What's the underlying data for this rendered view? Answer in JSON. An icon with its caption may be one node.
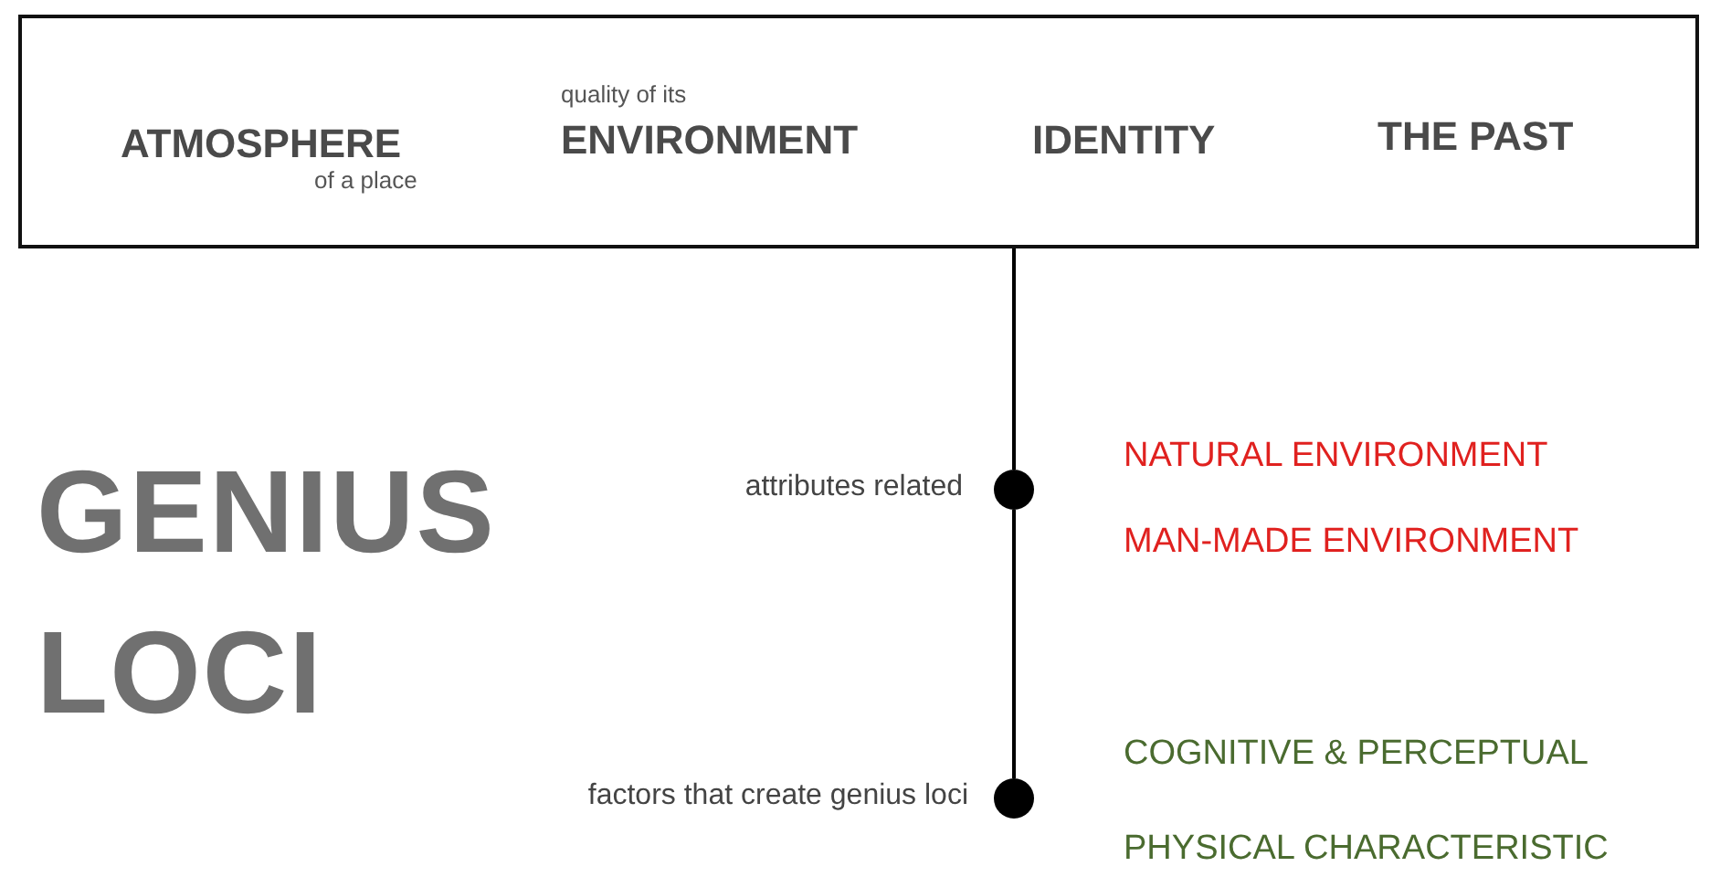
{
  "diagram": {
    "title": "GENIUS LOCI",
    "nodes": [
      {
        "text": [
          "ATMOSPHERE",
          "of a place",
          "quality of its",
          "ENVIRONMENT",
          "IDENTITY",
          "THE PAST"
        ]
      },
      {
        "text": [],
        "shape": "circle",
        "beside": [
          "attributes related"
        ]
      },
      {
        "text": [],
        "shape": "circle",
        "beside": [
          "factors that create genius loci"
        ]
      }
    ],
    "edges": [
      {
        "from": 0,
        "to": 1,
        "arrow": "none"
      },
      {
        "from": 1,
        "to": 2,
        "arrow": "none"
      }
    ],
    "labels": [
      "NATURAL ENVIRONMENT",
      "MAN-MADE ENVIRONMENT",
      "COGNITIVE & PERCEPTUAL",
      "PHYSICAL CHARACTERISTIC"
    ]
  }
}
